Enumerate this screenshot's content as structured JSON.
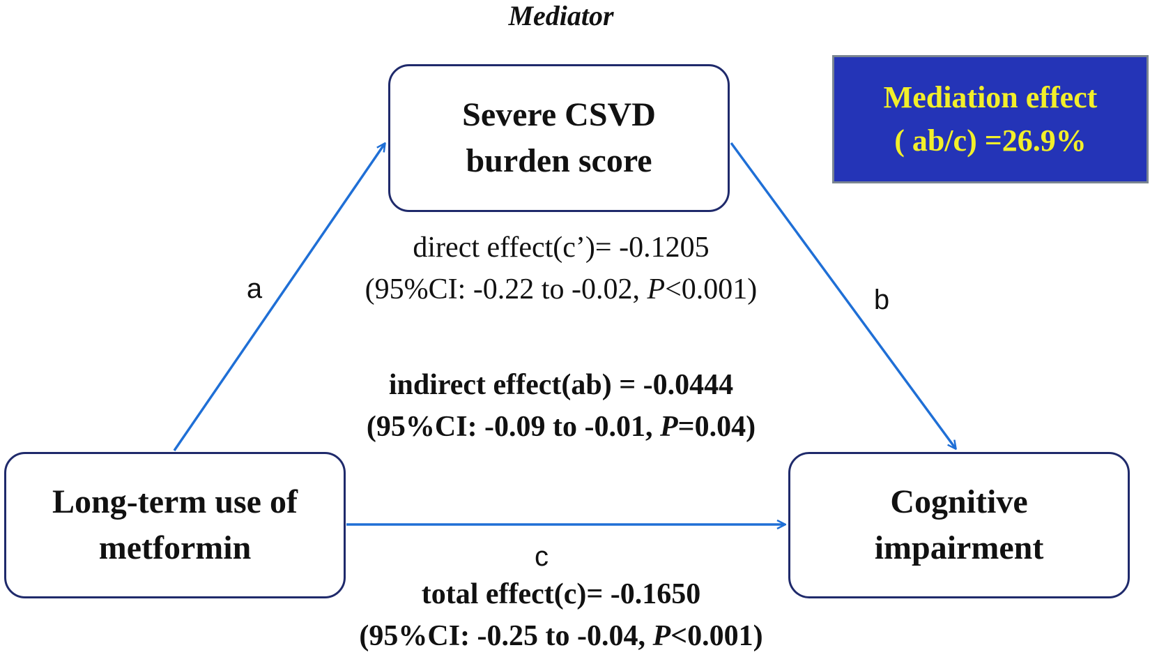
{
  "mediator_caption": "Mediator",
  "nodes": {
    "mediator": {
      "line1": "Severe CSVD",
      "line2": "burden score"
    },
    "exposure": {
      "line1": "Long-term use of",
      "line2": "metformin"
    },
    "outcome": {
      "line1": "Cognitive",
      "line2": "impairment"
    }
  },
  "paths": {
    "a": "a",
    "b": "b",
    "c": "c"
  },
  "direct_effect": {
    "line1": "direct effect(c’)= -0.1205",
    "ci_prefix": "(95%CI: -0.22 to -0.02, ",
    "p_symbol": "P",
    "p_value": "<0.001)"
  },
  "indirect_effect": {
    "line1": "indirect effect(ab) = -0.0444",
    "ci_prefix": "(95%CI: -0.09 to -0.01, ",
    "p_symbol": "P",
    "p_value": "=0.04)"
  },
  "total_effect": {
    "line1": "total effect(c)= -0.1650",
    "ci_prefix": "(95%CI: -0.25 to -0.04, ",
    "p_symbol": "P",
    "p_value": "<0.001)"
  },
  "mediation_box": {
    "line1": "Mediation effect",
    "line2": "( ab/c) =26.9%"
  },
  "colors": {
    "arrow": "#1f6fd6",
    "node_border": "#1f2a6b",
    "mediation_box_bg": "#2434b7",
    "mediation_box_text": "#f2ef2a"
  }
}
